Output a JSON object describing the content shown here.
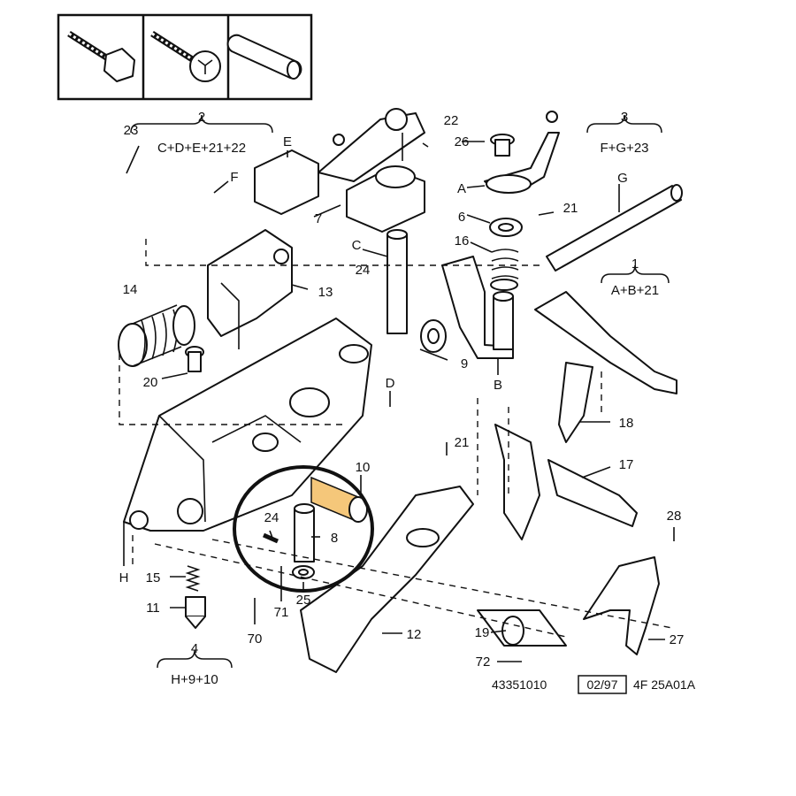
{
  "callouts": {
    "c23": "23",
    "c22": "22",
    "c26": "26",
    "c21a": "21",
    "c21b": "21",
    "c6": "6",
    "c16": "16",
    "c24a": "24",
    "c24b": "24",
    "c14": "14",
    "c13": "13",
    "c20": "20",
    "c9": "9",
    "c10": "10",
    "c8": "8",
    "c15": "15",
    "c11": "11",
    "c70": "70",
    "c71": "71",
    "c25": "25",
    "c12": "12",
    "c18": "18",
    "c17": "17",
    "c28": "28",
    "c19": "19",
    "c27": "27",
    "c72": "72",
    "c7": "7",
    "lE": "E",
    "lF": "F",
    "lA": "A",
    "lC": "C",
    "lG": "G",
    "lD": "D",
    "lB": "B",
    "lH": "H"
  },
  "groups": {
    "g2_num": "2",
    "g2_formula": "C+D+E+21+22",
    "g3_num": "3",
    "g3_formula": "F+G+23",
    "g1_num": "1",
    "g1_formula": "A+B+21",
    "g4_num": "4",
    "g4_formula": "H+9+10"
  },
  "footer": {
    "ref": "43351010",
    "date": "02/97",
    "code": "4F 25A01A"
  },
  "highlight": {
    "circle_color": "#111111",
    "marker_color": "#f5c77a"
  }
}
